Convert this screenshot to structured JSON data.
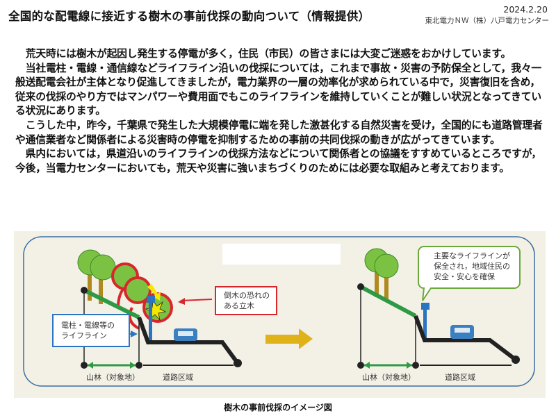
{
  "header": {
    "title": "全国的な配電線に接近する樹木の事前伐採の動向ついて（情報提供）",
    "date": "2024.2.20",
    "organization": "東北電力ＮＷ（株）八戸電力センター"
  },
  "body": {
    "paragraphs": [
      "荒天時には樹木が起因し発生する停電が多く，住民（市民）の皆さまには大変ご迷惑をおかけしています。",
      "当社電柱・電線・通信線などライフライン沿いの伐採については，これまで事故・災害の予防保全として，我々一般送配電会社が主体となり促進してきましたが，電力業界の一層の効率化が求められている中で，災害復旧を含め，従来の伐採のやり方ではマンパワーや費用面でもこのライフラインを維持していくことが難しい状況となってきている状況にあります。",
      "こうした中，昨今，千葉県で発生した大規模停電に端を発した激甚化する自然災害を受け，全国的にも道路管理者や通信業者など関係者による災害時の停電を抑制するための事前の共同伐採の動きが広がってきています。",
      "県内においては，県道沿いのライフラインの伐採方法などについて関係者との協議をすすめているところですが，今後，当電力センターにおいても，荒天や災害に強いまちづくりのためには必要な取組みと考えております。"
    ]
  },
  "figure": {
    "before": {
      "lifeline_label_line1": "電柱・電線等の",
      "lifeline_label_line2": "ライフライン",
      "danger_label_line1": "倒木の恐れの",
      "danger_label_line2": "ある立木",
      "forest_label": "山林（対象地）",
      "road_label": "道路区域"
    },
    "after": {
      "callout_line1": "主要なライフラインが",
      "callout_line2": "保全され，地域住民の",
      "callout_line3": "安全・安心を確保",
      "forest_label": "山林（対象地）",
      "road_label": "道路区域"
    },
    "caption": "樹木の事前伐採のイメージ図",
    "colors": {
      "frame": "#3a6ea5",
      "tree_green": "#7cc242",
      "danger_red": "#d9262c",
      "lifeline_blue": "#2a74c0",
      "slope_green": "#2f9a45",
      "arrow_yellow": "#e0b21a",
      "callout_green": "#6aaa3a",
      "background": "#f3f1e6"
    }
  }
}
